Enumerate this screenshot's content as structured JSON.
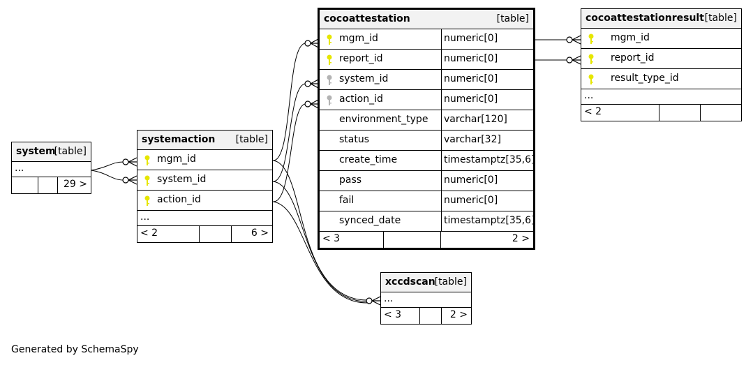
{
  "tables": {
    "system": {
      "name": "system",
      "kind": "[table]",
      "more": "...",
      "prev": "",
      "next": "29 >"
    },
    "systemaction": {
      "name": "systemaction",
      "kind": "[table]",
      "columns": [
        {
          "name": "mgm_id",
          "key": "primary"
        },
        {
          "name": "system_id",
          "key": "primary"
        },
        {
          "name": "action_id",
          "key": "primary"
        }
      ],
      "more": "...",
      "prev": "< 2",
      "next": "6 >"
    },
    "cocoattestation": {
      "name": "cocoattestation",
      "kind": "[table]",
      "columns": [
        {
          "name": "mgm_id",
          "type": "numeric[0]",
          "key": "primary"
        },
        {
          "name": "report_id",
          "type": "numeric[0]",
          "key": "primary"
        },
        {
          "name": "system_id",
          "type": "numeric[0]",
          "key": "foreign"
        },
        {
          "name": "action_id",
          "type": "numeric[0]",
          "key": "foreign"
        },
        {
          "name": "environment_type",
          "type": "varchar[120]"
        },
        {
          "name": "status",
          "type": "varchar[32]"
        },
        {
          "name": "create_time",
          "type": "timestamptz[35,6]"
        },
        {
          "name": "pass",
          "type": "numeric[0]"
        },
        {
          "name": "fail",
          "type": "numeric[0]"
        },
        {
          "name": "synced_date",
          "type": "timestamptz[35,6]"
        }
      ],
      "prev": "< 3",
      "next": "2 >"
    },
    "cocoattestationresult": {
      "name": "cocoattestationresult",
      "kind": "[table]",
      "columns": [
        {
          "name": "mgm_id",
          "key": "primary"
        },
        {
          "name": "report_id",
          "key": "primary"
        },
        {
          "name": "result_type_id",
          "key": "primary"
        }
      ],
      "more": "...",
      "prev": "< 2",
      "next": ""
    },
    "xccdscan": {
      "name": "xccdscan",
      "kind": "[table]",
      "more": "...",
      "prev": "< 3",
      "next": "2 >"
    }
  },
  "colors": {
    "primary_key": "#e6e600",
    "foreign_key": "#b3b3b3",
    "header_bg": "#f2f2f2"
  },
  "footer": "Generated by SchemaSpy"
}
